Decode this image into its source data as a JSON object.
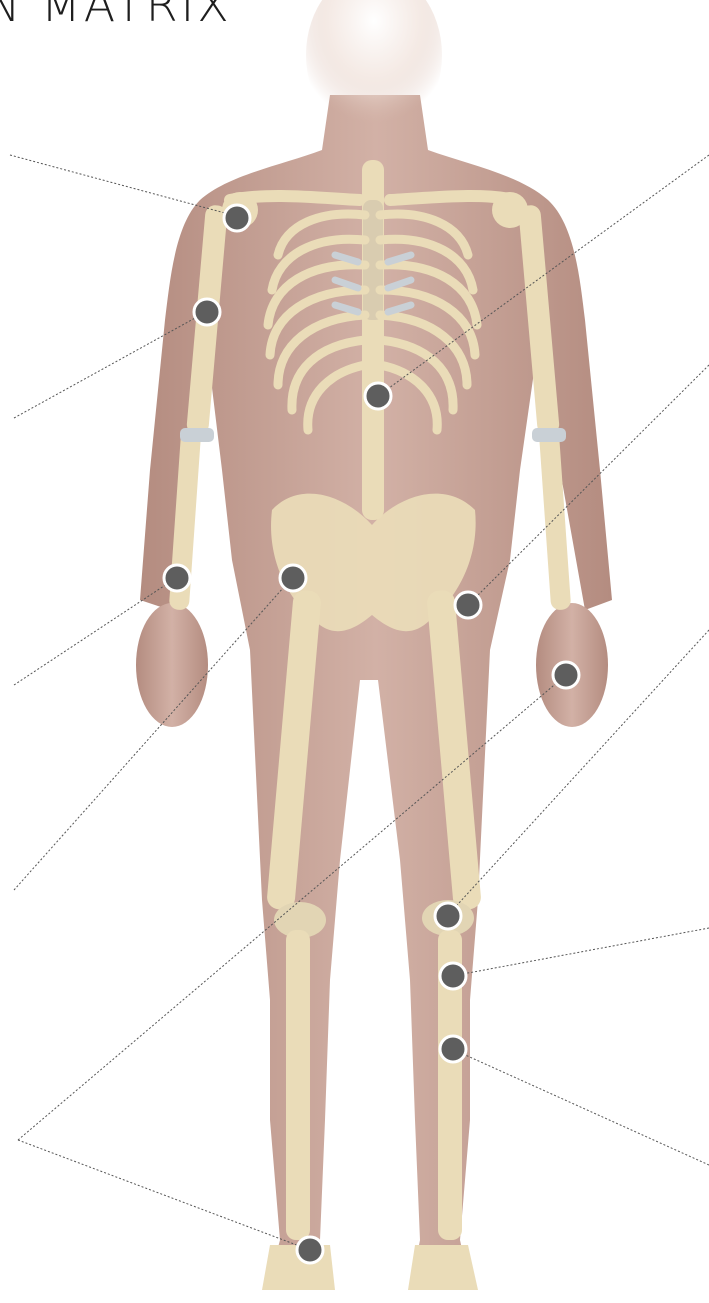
{
  "header": {
    "title": "N MATRIX"
  },
  "colors": {
    "skin": "#c8a497",
    "skin_dark": "#a98377",
    "bone": "#eadcb8",
    "bone_shadow": "#cdbb91",
    "cartilage": "#c9d0d6",
    "marker_fill": "#5e5e5e",
    "marker_ring": "#ffffff",
    "leader_line": "#555555"
  },
  "markers": [
    {
      "id": "shoulder",
      "side": "left"
    },
    {
      "id": "upper-arm",
      "side": "left"
    },
    {
      "id": "spine",
      "side": "right"
    },
    {
      "id": "wrist",
      "side": "left"
    },
    {
      "id": "hip-left",
      "side": "left"
    },
    {
      "id": "hip-right",
      "side": "right"
    },
    {
      "id": "hand",
      "side": "right"
    },
    {
      "id": "knee",
      "side": "right"
    },
    {
      "id": "tibia-upper",
      "side": "right"
    },
    {
      "id": "tibia-lower",
      "side": "right"
    },
    {
      "id": "ankle",
      "side": "left"
    }
  ]
}
